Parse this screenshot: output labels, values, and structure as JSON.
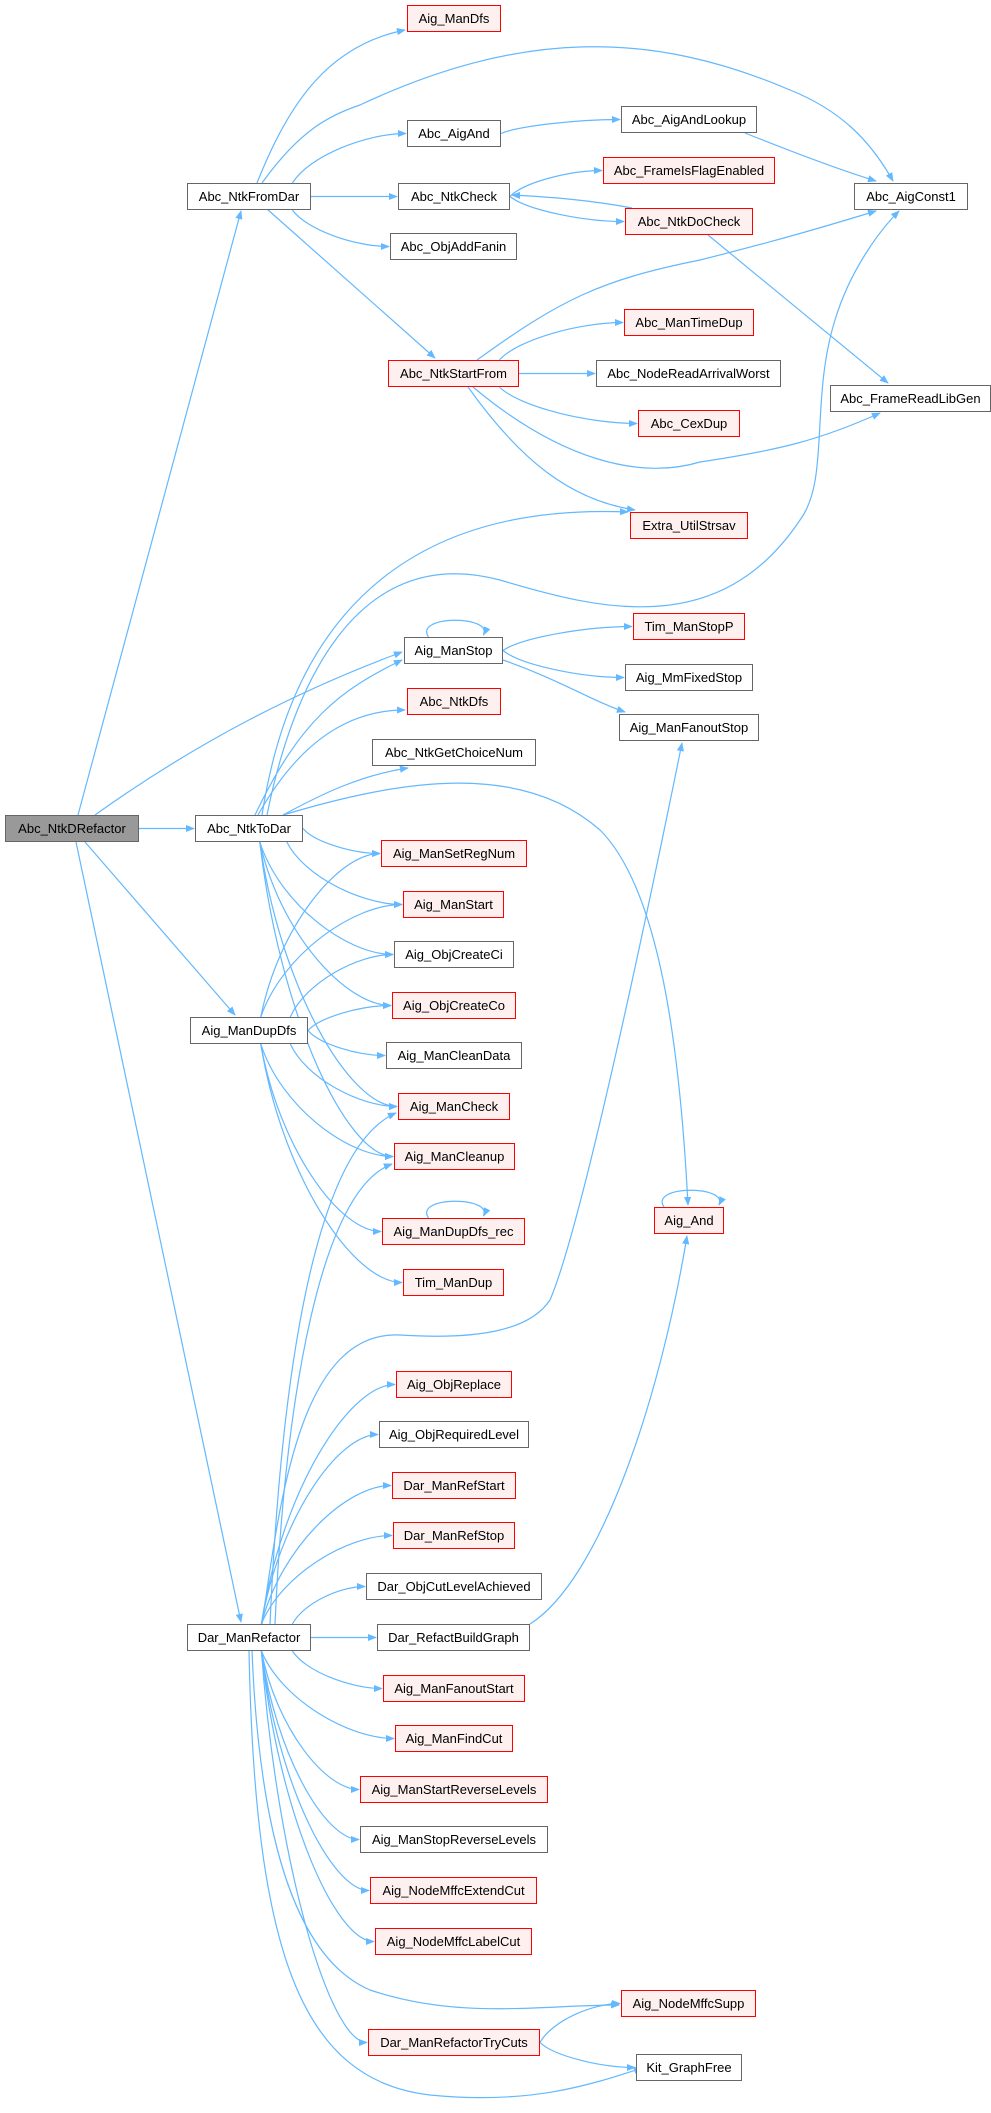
{
  "colors": {
    "edge": "#63b8ff",
    "red_border": "#ff0000",
    "red_fill": "#fff0f0",
    "root_fill": "#999999",
    "normal_border": "#666666"
  },
  "nodes": [
    {
      "label": "Abc_NtkDRefactor",
      "kind": "root"
    },
    {
      "label": "Abc_NtkFromDar",
      "kind": "normal"
    },
    {
      "label": "Aig_ManDfs",
      "kind": "red"
    },
    {
      "label": "Abc_AigAnd",
      "kind": "normal"
    },
    {
      "label": "Abc_AigAndLookup",
      "kind": "normal"
    },
    {
      "label": "Abc_FrameIsFlagEnabled",
      "kind": "red"
    },
    {
      "label": "Abc_NtkCheck",
      "kind": "normal"
    },
    {
      "label": "Abc_AigConst1",
      "kind": "normal"
    },
    {
      "label": "Abc_NtkDoCheck",
      "kind": "red"
    },
    {
      "label": "Abc_ObjAddFanin",
      "kind": "normal"
    },
    {
      "label": "Abc_ManTimeDup",
      "kind": "red"
    },
    {
      "label": "Abc_NtkStartFrom",
      "kind": "red"
    },
    {
      "label": "Abc_NodeReadArrivalWorst",
      "kind": "normal"
    },
    {
      "label": "Abc_FrameReadLibGen",
      "kind": "normal"
    },
    {
      "label": "Abc_CexDup",
      "kind": "red"
    },
    {
      "label": "Extra_UtilStrsav",
      "kind": "red"
    },
    {
      "label": "Tim_ManStopP",
      "kind": "red"
    },
    {
      "label": "Aig_ManStop",
      "kind": "normal"
    },
    {
      "label": "Aig_MmFixedStop",
      "kind": "normal"
    },
    {
      "label": "Abc_NtkDfs",
      "kind": "red"
    },
    {
      "label": "Aig_ManFanoutStop",
      "kind": "normal"
    },
    {
      "label": "Abc_NtkGetChoiceNum",
      "kind": "normal"
    },
    {
      "label": "Abc_NtkToDar",
      "kind": "normal"
    },
    {
      "label": "Aig_ManSetRegNum",
      "kind": "red"
    },
    {
      "label": "Aig_ManStart",
      "kind": "red"
    },
    {
      "label": "Aig_ObjCreateCi",
      "kind": "normal"
    },
    {
      "label": "Aig_ObjCreateCo",
      "kind": "red"
    },
    {
      "label": "Aig_ManDupDfs",
      "kind": "normal"
    },
    {
      "label": "Aig_ManCleanData",
      "kind": "normal"
    },
    {
      "label": "Aig_ManCheck",
      "kind": "red"
    },
    {
      "label": "Aig_ManCleanup",
      "kind": "red"
    },
    {
      "label": "Aig_ManDupDfs_rec",
      "kind": "red"
    },
    {
      "label": "Aig_And",
      "kind": "red"
    },
    {
      "label": "Tim_ManDup",
      "kind": "red"
    },
    {
      "label": "Aig_ObjReplace",
      "kind": "red"
    },
    {
      "label": "Aig_ObjRequiredLevel",
      "kind": "normal"
    },
    {
      "label": "Dar_ManRefStart",
      "kind": "red"
    },
    {
      "label": "Dar_ManRefStop",
      "kind": "red"
    },
    {
      "label": "Dar_ObjCutLevelAchieved",
      "kind": "normal"
    },
    {
      "label": "Dar_ManRefactor",
      "kind": "normal"
    },
    {
      "label": "Dar_RefactBuildGraph",
      "kind": "normal"
    },
    {
      "label": "Aig_ManFanoutStart",
      "kind": "red"
    },
    {
      "label": "Aig_ManFindCut",
      "kind": "red"
    },
    {
      "label": "Aig_ManStartReverseLevels",
      "kind": "red"
    },
    {
      "label": "Aig_ManStopReverseLevels",
      "kind": "normal"
    },
    {
      "label": "Aig_NodeMffcExtendCut",
      "kind": "red"
    },
    {
      "label": "Aig_NodeMffcLabelCut",
      "kind": "red"
    },
    {
      "label": "Aig_NodeMffcSupp",
      "kind": "red"
    },
    {
      "label": "Dar_ManRefactorTryCuts",
      "kind": "red"
    },
    {
      "label": "Kit_GraphFree",
      "kind": "normal"
    }
  ],
  "edges": [
    [
      "Abc_NtkDRefactor",
      "Abc_NtkFromDar"
    ],
    [
      "Abc_NtkDRefactor",
      "Abc_NtkToDar"
    ],
    [
      "Abc_NtkDRefactor",
      "Aig_ManStop"
    ],
    [
      "Abc_NtkDRefactor",
      "Aig_ManDupDfs"
    ],
    [
      "Abc_NtkDRefactor",
      "Dar_ManRefactor"
    ],
    [
      "Abc_NtkFromDar",
      "Aig_ManDfs"
    ],
    [
      "Abc_NtkFromDar",
      "Abc_AigConst1"
    ],
    [
      "Abc_NtkFromDar",
      "Abc_AigAnd"
    ],
    [
      "Abc_NtkFromDar",
      "Abc_NtkCheck"
    ],
    [
      "Abc_NtkFromDar",
      "Abc_ObjAddFanin"
    ],
    [
      "Abc_NtkFromDar",
      "Abc_NtkStartFrom"
    ],
    [
      "Abc_AigAnd",
      "Abc_AigAndLookup"
    ],
    [
      "Abc_AigAndLookup",
      "Abc_AigConst1"
    ],
    [
      "Abc_NtkCheck",
      "Abc_FrameIsFlagEnabled"
    ],
    [
      "Abc_NtkCheck",
      "Abc_NtkDoCheck"
    ],
    [
      "Abc_NtkDoCheck",
      "Abc_NtkCheck"
    ],
    [
      "Abc_NtkDoCheck",
      "Abc_FrameReadLibGen"
    ],
    [
      "Abc_NtkStartFrom",
      "Abc_AigConst1"
    ],
    [
      "Abc_NtkStartFrom",
      "Abc_ManTimeDup"
    ],
    [
      "Abc_NtkStartFrom",
      "Abc_NodeReadArrivalWorst"
    ],
    [
      "Abc_NtkStartFrom",
      "Abc_CexDup"
    ],
    [
      "Abc_NtkStartFrom",
      "Abc_FrameReadLibGen"
    ],
    [
      "Abc_NtkStartFrom",
      "Extra_UtilStrsav"
    ],
    [
      "Abc_NtkToDar",
      "Extra_UtilStrsav"
    ],
    [
      "Abc_NtkToDar",
      "Abc_AigConst1"
    ],
    [
      "Abc_NtkToDar",
      "Aig_ManStop"
    ],
    [
      "Abc_NtkToDar",
      "Abc_NtkDfs"
    ],
    [
      "Abc_NtkToDar",
      "Abc_NtkGetChoiceNum"
    ],
    [
      "Abc_NtkToDar",
      "Aig_And"
    ],
    [
      "Abc_NtkToDar",
      "Aig_ManSetRegNum"
    ],
    [
      "Abc_NtkToDar",
      "Aig_ManStart"
    ],
    [
      "Abc_NtkToDar",
      "Aig_ObjCreateCi"
    ],
    [
      "Abc_NtkToDar",
      "Aig_ObjCreateCo"
    ],
    [
      "Abc_NtkToDar",
      "Aig_ManCheck"
    ],
    [
      "Abc_NtkToDar",
      "Aig_ManCleanup"
    ],
    [
      "Aig_ManStop",
      "Aig_ManStop"
    ],
    [
      "Aig_ManStop",
      "Tim_ManStopP"
    ],
    [
      "Aig_ManStop",
      "Aig_MmFixedStop"
    ],
    [
      "Aig_ManStop",
      "Aig_ManFanoutStop"
    ],
    [
      "Aig_ManDupDfs",
      "Aig_ManSetRegNum"
    ],
    [
      "Aig_ManDupDfs",
      "Aig_ManStart"
    ],
    [
      "Aig_ManDupDfs",
      "Aig_ObjCreateCi"
    ],
    [
      "Aig_ManDupDfs",
      "Aig_ObjCreateCo"
    ],
    [
      "Aig_ManDupDfs",
      "Aig_ManCleanData"
    ],
    [
      "Aig_ManDupDfs",
      "Aig_ManCheck"
    ],
    [
      "Aig_ManDupDfs",
      "Aig_ManCleanup"
    ],
    [
      "Aig_ManDupDfs",
      "Aig_ManDupDfs_rec"
    ],
    [
      "Aig_ManDupDfs",
      "Tim_ManDup"
    ],
    [
      "Aig_ManDupDfs_rec",
      "Aig_ManDupDfs_rec"
    ],
    [
      "Aig_And",
      "Aig_And"
    ],
    [
      "Dar_ManRefactor",
      "Aig_ManFanoutStop"
    ],
    [
      "Dar_ManRefactor",
      "Aig_ManCheck"
    ],
    [
      "Dar_ManRefactor",
      "Aig_ManCleanup"
    ],
    [
      "Dar_ManRefactor",
      "Aig_ObjReplace"
    ],
    [
      "Dar_ManRefactor",
      "Aig_ObjRequiredLevel"
    ],
    [
      "Dar_ManRefactor",
      "Dar_ManRefStart"
    ],
    [
      "Dar_ManRefactor",
      "Dar_ManRefStop"
    ],
    [
      "Dar_ManRefactor",
      "Dar_ObjCutLevelAchieved"
    ],
    [
      "Dar_ManRefactor",
      "Dar_RefactBuildGraph"
    ],
    [
      "Dar_ManRefactor",
      "Aig_ManFanoutStart"
    ],
    [
      "Dar_ManRefactor",
      "Aig_ManFindCut"
    ],
    [
      "Dar_ManRefactor",
      "Aig_ManStartReverseLevels"
    ],
    [
      "Dar_ManRefactor",
      "Aig_ManStopReverseLevels"
    ],
    [
      "Dar_ManRefactor",
      "Aig_NodeMffcExtendCut"
    ],
    [
      "Dar_ManRefactor",
      "Aig_NodeMffcLabelCut"
    ],
    [
      "Dar_ManRefactor",
      "Aig_NodeMffcSupp"
    ],
    [
      "Dar_ManRefactor",
      "Dar_ManRefactorTryCuts"
    ],
    [
      "Dar_ManRefactor",
      "Kit_GraphFree"
    ],
    [
      "Dar_RefactBuildGraph",
      "Aig_And"
    ],
    [
      "Dar_ManRefactorTryCuts",
      "Aig_NodeMffcSupp"
    ],
    [
      "Dar_ManRefactorTryCuts",
      "Kit_GraphFree"
    ]
  ]
}
